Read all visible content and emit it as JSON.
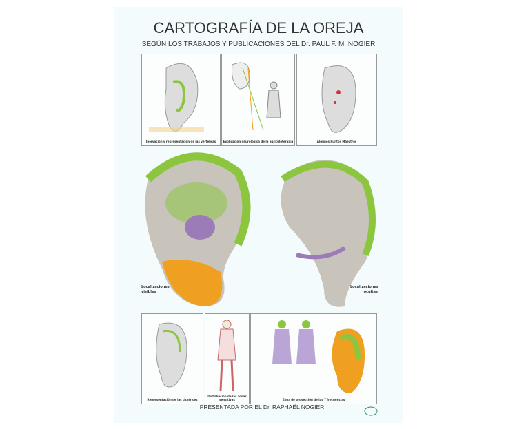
{
  "title": "CARTOGRAFÍA DE LA OREJA",
  "subtitle": "SEGÚN LOS TRABAJOS Y PUBLICACIONES DEL Dr. PAUL F. M. NOGIER",
  "top_panels": [
    {
      "caption": "Inervación y representación de las vértebras"
    },
    {
      "caption": "Explicación neurológica de la auriculoterapia"
    },
    {
      "caption": "Algunos Puntos Maestros"
    }
  ],
  "main": {
    "left_label": "Localizaciones visibles",
    "right_label": "Localizaciones ocultas"
  },
  "bottom_panels": [
    {
      "caption": "Representación de las cicatrices"
    },
    {
      "caption": "Distribución de las zonas sensitivas"
    },
    {
      "caption": "Zona de proyección de las 7 frecuencias"
    }
  ],
  "footer": "PRESENTADA POR EL Dr. RAPHAËL NOGIER",
  "colors": {
    "green": "#8cc63f",
    "purple": "#9b7bb8",
    "orange": "#f0a020",
    "skin": "#c8c4bc"
  }
}
